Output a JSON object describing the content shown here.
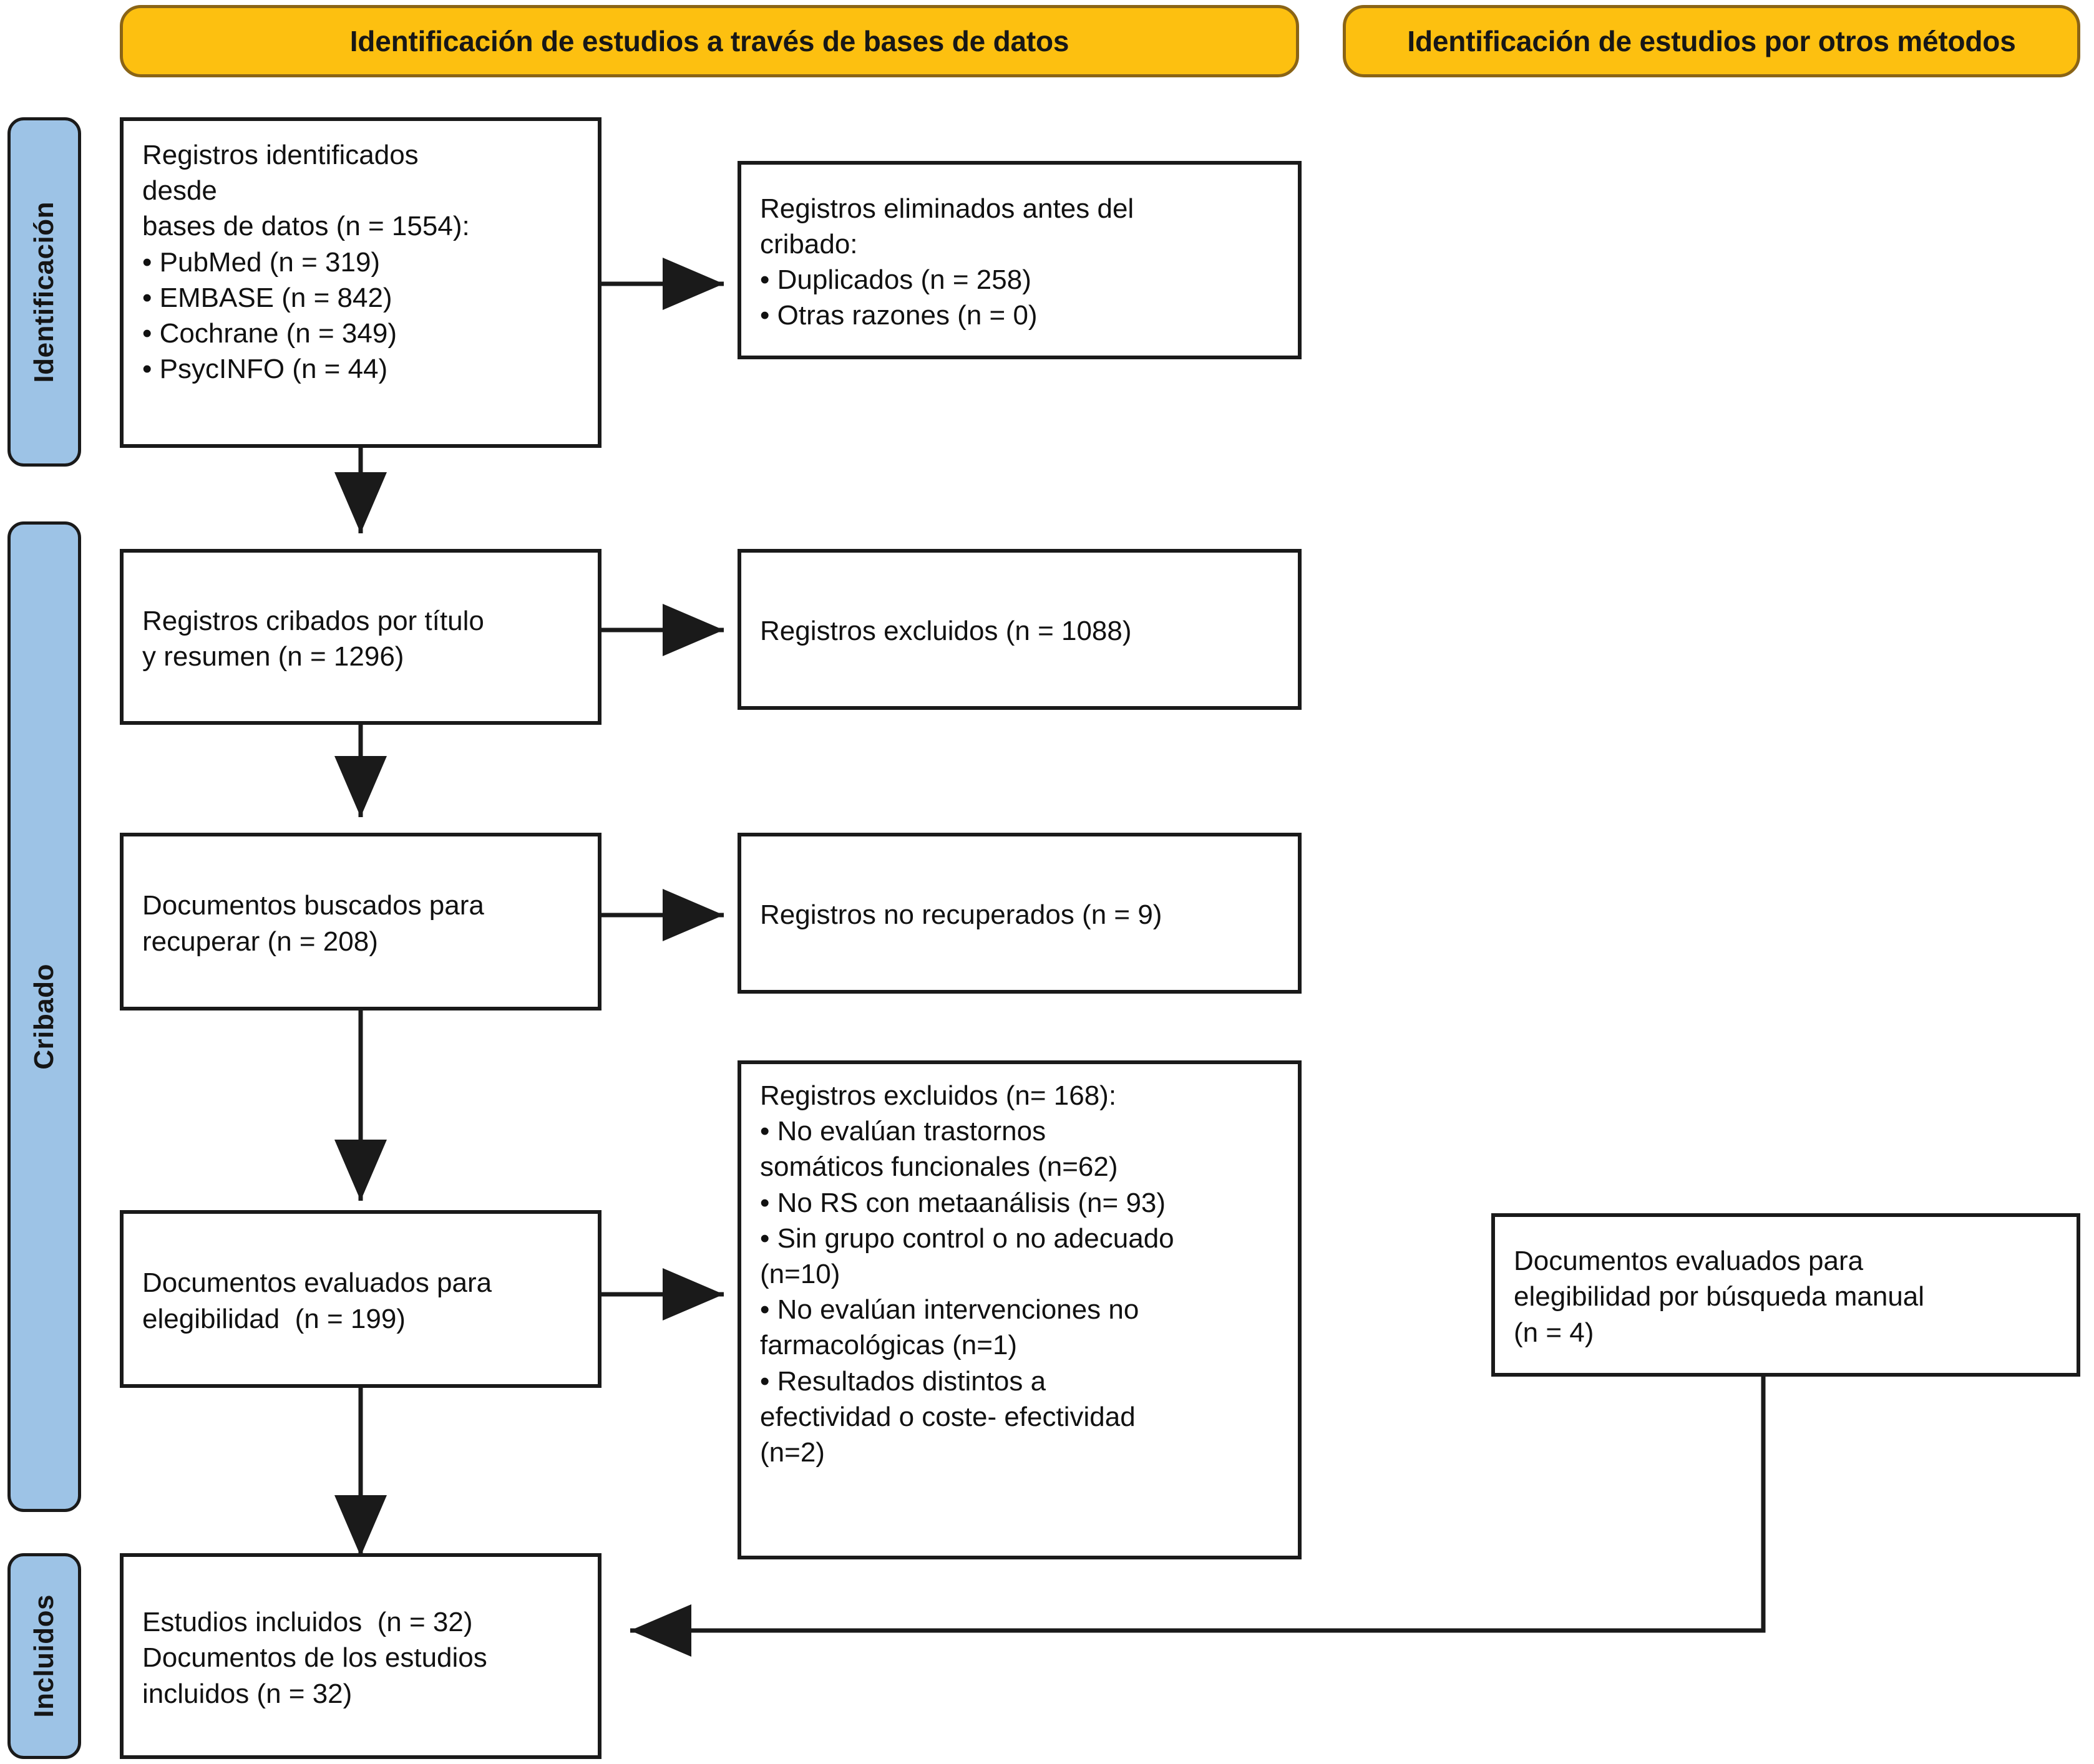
{
  "diagram": {
    "title_db": "Identificación de estudios a través de bases de datos",
    "title_other": "Identificación de estudios por otros métodos"
  },
  "phases": {
    "identification": "Identificación",
    "screening": "Cribado",
    "included": "Incluidos"
  },
  "boxes": {
    "records_identified": {
      "l1": "Registros identificados",
      "l2": "desde",
      "l3": "bases de datos (n = 1554):",
      "b1": "• PubMed (n = 319)",
      "b2": "• EMBASE (n = 842)",
      "b3": "• Cochrane (n = 349)",
      "b4": "• PsycINFO (n = 44)"
    },
    "records_removed": {
      "l1": "Registros eliminados antes del",
      "l2": "cribado:",
      "b1": "• Duplicados (n = 258)",
      "b2": "• Otras razones (n = 0)"
    },
    "records_screened": {
      "l1": "Registros cribados por título",
      "l2": "y resumen (n = 1296)"
    },
    "records_excluded_screen": {
      "l1": "Registros excluidos (n = 1088)"
    },
    "reports_sought": {
      "l1": "Documentos buscados para",
      "l2": "recuperar (n = 208)"
    },
    "reports_not_retrieved": {
      "l1": "Registros no recuperados (n = 9)"
    },
    "reports_assessed": {
      "l1": "Documentos evaluados para",
      "l2": "elegibilidad  (n = 199)"
    },
    "reports_excluded": {
      "l1": "Registros excluidos (n= 168):",
      "b1": "• No evalúan trastornos",
      "b1b": "somáticos funcionales (n=62)",
      "b2": "• No RS con metaanálisis (n= 93)",
      "b3": "• Sin grupo control o no adecuado",
      "b3b": "(n=10)",
      "b4": "• No evalúan intervenciones no",
      "b4b": "farmacológicas (n=1)",
      "b5": "• Resultados distintos a",
      "b5b": "efectividad o coste- efectividad",
      "b5c": "(n=2)"
    },
    "manual_assessed": {
      "l1": "Documentos evaluados para",
      "l2": "elegibilidad por búsqueda manual",
      "l3": "(n = 4)"
    },
    "studies_included": {
      "l1": "Estudios incluidos  (n = 32)",
      "l2": "Documentos de los estudios",
      "l3": "incluidos (n = 32)"
    }
  },
  "colors": {
    "banner_fill": "#FDC010",
    "banner_stroke": "#8a6416",
    "sidebar_fill": "#9DC3E6",
    "line": "#1a1a1a",
    "text": "#111111"
  }
}
